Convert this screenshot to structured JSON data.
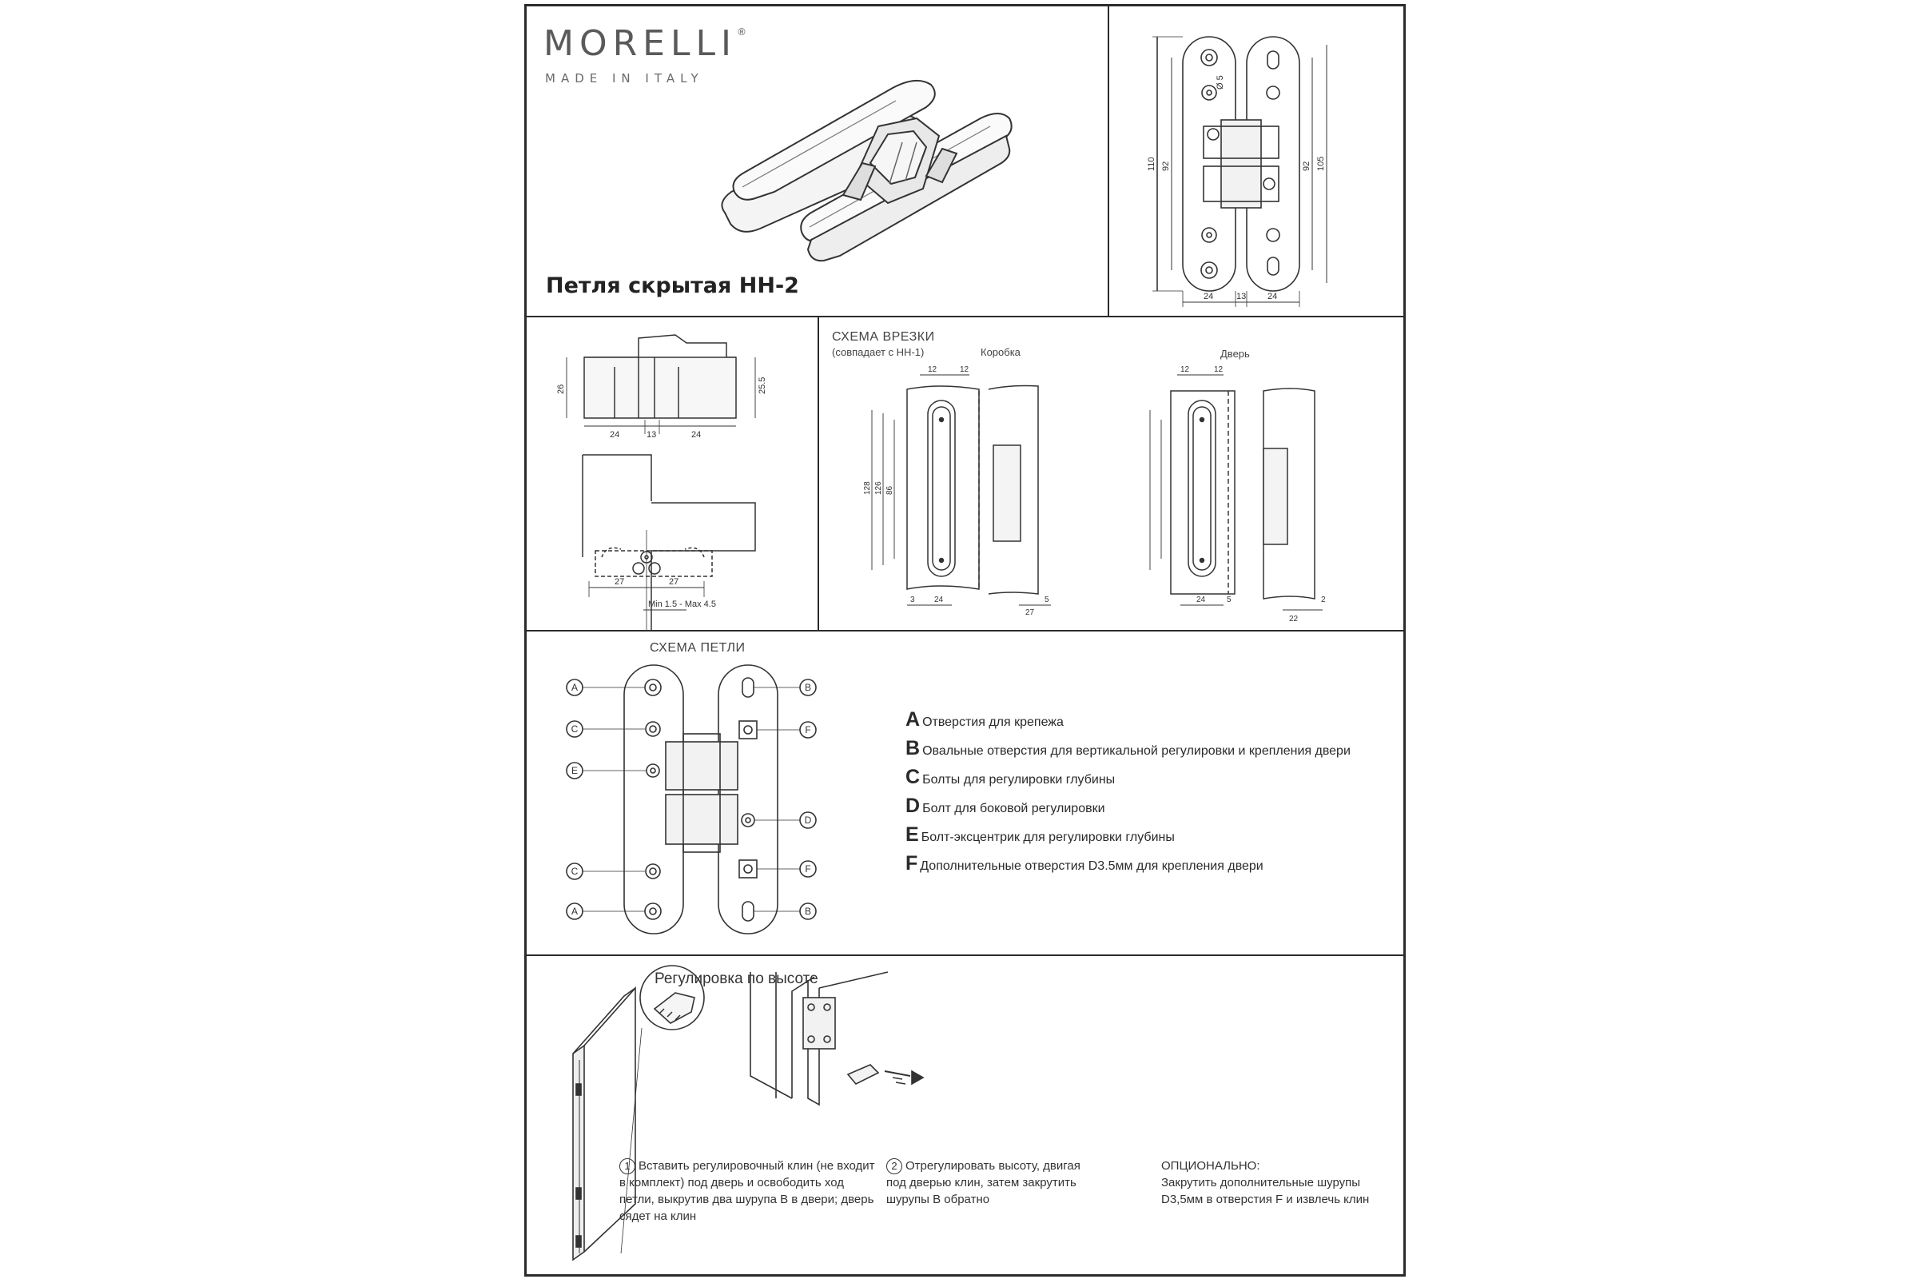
{
  "brand": {
    "name": "MORELLI",
    "registered": "®",
    "tagline": "MADE IN ITALY"
  },
  "product_title": "Петля скрытая HH-2",
  "dimensions_top": {
    "d5": "Ø 5",
    "h110": "110",
    "h92a": "92",
    "h92b": "92",
    "h105": "105",
    "w24a": "24",
    "w13": "13",
    "w24b": "24"
  },
  "section_profile": {
    "d26": "26",
    "d255": "25.5",
    "w24a": "24",
    "w13": "13",
    "w24b": "24",
    "w27a": "27",
    "w27b": "27",
    "gap": "Min 1.5 - Max 4.5"
  },
  "mortise": {
    "title": "СХЕМА ВРЕЗКИ",
    "subtitle": "(совпадает с HH-1)",
    "frame_label": "Коробка",
    "door_label": "Дверь",
    "d12": "12",
    "h1": "128",
    "h2": "126",
    "h3": "86",
    "d3": "3",
    "w24": "24",
    "w27": "27",
    "d2": "2",
    "w22": "22",
    "w5": "5"
  },
  "scheme": {
    "title": "СХЕМА ПЕТЛИ",
    "items": [
      {
        "letter": "A",
        "text": "Отверстия для крепежа"
      },
      {
        "letter": "B",
        "text": "Овальные отверстия для вертикальной регулировки и крепления двери"
      },
      {
        "letter": "C",
        "text": "Болты для регулировки глубины"
      },
      {
        "letter": "D",
        "text": "Болт для боковой регулировки"
      },
      {
        "letter": "E",
        "text": "Болт-эксцентрик для регулировки глубины"
      },
      {
        "letter": "F",
        "text": "Дополнительные отверстия D3.5мм для крепления двери"
      }
    ]
  },
  "height_adjust": {
    "title": "Регулировка по высоте",
    "step1_num": "1",
    "step1": "Вставить регулировочный клин (не входит в комплект) под дверь и освободить ход петли, выкрутив два шурупа B в двери; дверь сядет на клин",
    "step2_num": "2",
    "step2": "Отрегулировать высоту, двигая под дверью клин, затем закрутить шурупы B обратно",
    "optional_title": "ОПЦИОНАЛЬНО:",
    "optional_text": "Закрутить дополнительные шурупы D3,5мм в отверстия F и извлечь клин"
  },
  "colors": {
    "line": "#2b2b2b",
    "text": "#333333",
    "bg": "#ffffff"
  }
}
